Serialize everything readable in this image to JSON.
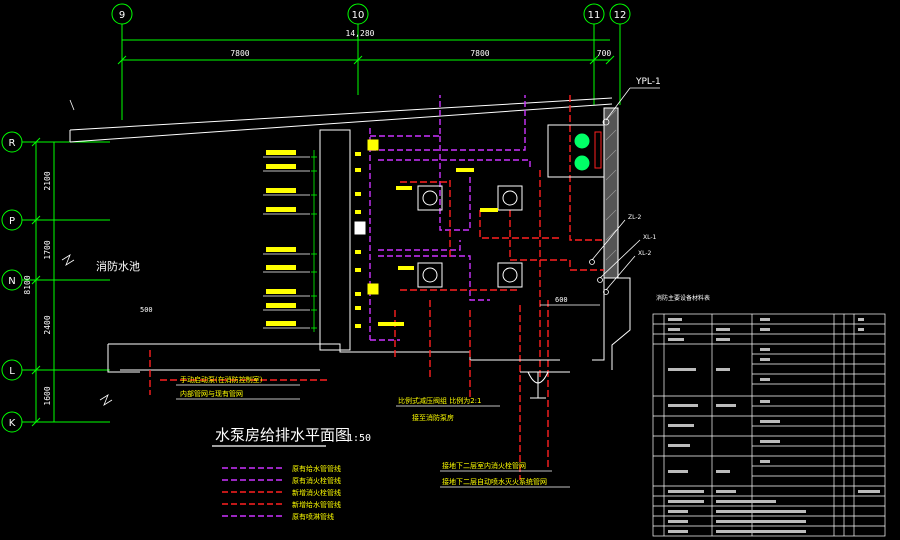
{
  "colors": {
    "background": "#000000",
    "grid": "#00ff00",
    "wall": "#ffffff",
    "dim": "#00ff00",
    "purple_pipe": "#cc33ff",
    "red_pipe": "#ff2020",
    "yellow_text": "#ffff00",
    "green_text": "#00ff66",
    "equipment": "#ffffff"
  },
  "grid": {
    "top_axes": [
      "9",
      "10",
      "11",
      "12"
    ],
    "left_axes": [
      "R",
      "P",
      "N",
      "L",
      "K"
    ]
  },
  "dimensions": {
    "overall_top": "14,280",
    "top_segments": [
      "7800",
      "7800",
      "700"
    ],
    "left_total": "8100",
    "left_segments": [
      "2100",
      "1700",
      "2400",
      "1600"
    ],
    "inner_small": [
      "600",
      "500"
    ]
  },
  "labels": {
    "ypl": "YPL-1",
    "pool": "消防水池",
    "title": "水泵房给排水平面图",
    "scale": "1:50",
    "risers": [
      "ZL-2",
      "XL-1",
      "XL-2"
    ]
  },
  "legend": {
    "items": [
      {
        "color": "#cc33ff",
        "label": "原有给水管管线"
      },
      {
        "color": "#cc33ff",
        "label": "原有消火栓管线"
      },
      {
        "color": "#ff2020",
        "label": "新增消火栓管线"
      },
      {
        "color": "#ff2020",
        "label": "新增给水管管线"
      },
      {
        "color": "#cc33ff",
        "label": "原有喷淋管线"
      }
    ]
  },
  "notes": {
    "left_note_1": "手动启动泵(在消防控制室)",
    "left_note_2": "内部管网与现有管网",
    "center_note_1": "比例式减压阀组 比例为2:1",
    "center_note_2": "接至消防泵房",
    "bottom_note_1": "接地下二层室内消火栓管网",
    "bottom_note_2": "接地下二层自动喷水灭火系统管网"
  },
  "table": {
    "title": "消防主要设备材料表"
  }
}
